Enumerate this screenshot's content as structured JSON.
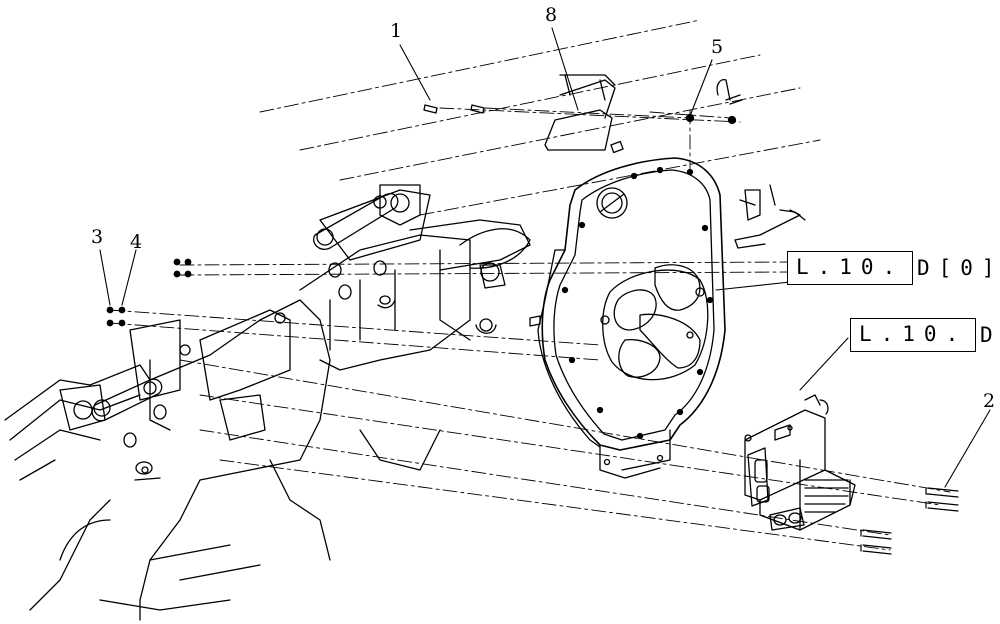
{
  "callouts": {
    "c1": "1",
    "c2": "2",
    "c3": "3",
    "c4": "4",
    "c5": "5",
    "c8": "8"
  },
  "references": {
    "ref_upper_box": "L.10.",
    "ref_upper_suffix": "D[0]",
    "ref_lower_box": "L.10.",
    "ref_lower_suffix": "D"
  },
  "colors": {
    "ink": "#000000",
    "paper": "#ffffff"
  }
}
